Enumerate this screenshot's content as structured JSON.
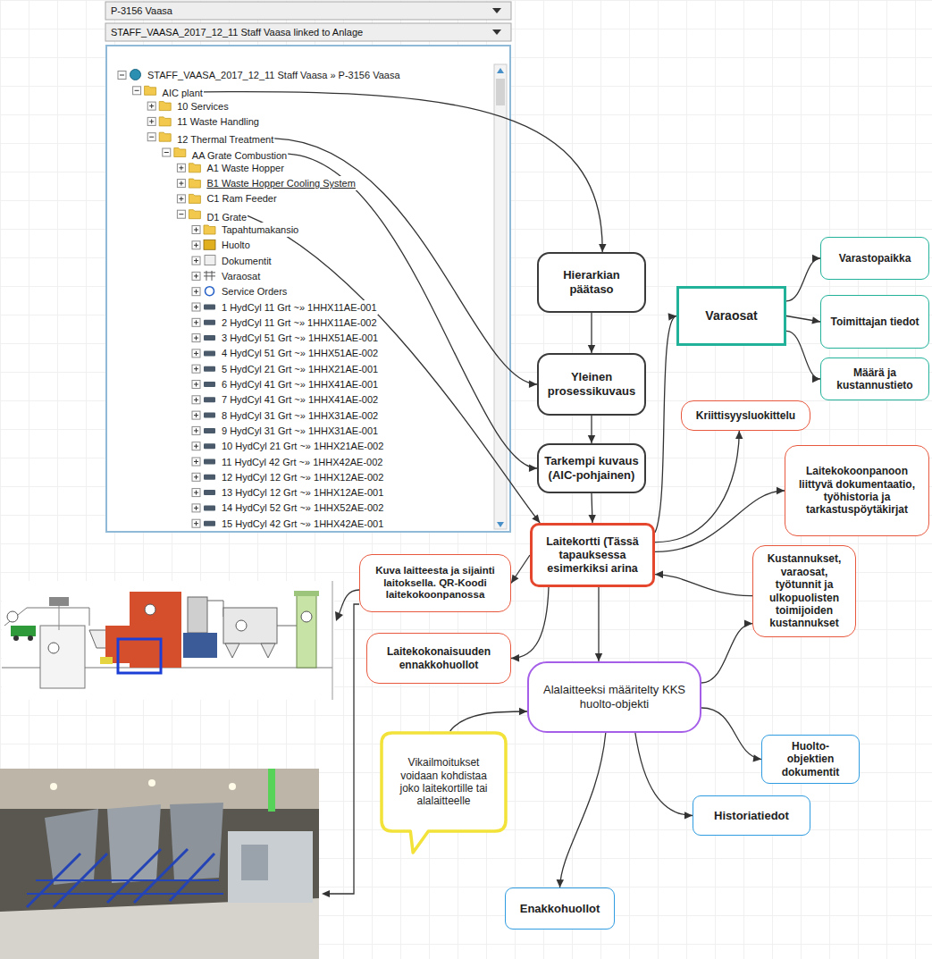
{
  "diagram": {
    "nodes": [
      {
        "text": [
          "P-3156 Vaasa",
          "STAFF_VAASA_2017_12_11 Staff Vaasa linked to Anlage"
        ]
      },
      {
        "text": [
          "AIC plant"
        ],
        "in": 0
      },
      {
        "text": [
          "12 Thermal Treatment"
        ],
        "in": 0
      },
      {
        "text": [
          "AA Grate Combustion"
        ],
        "in": 0
      },
      {
        "text": [
          "D1 Grate"
        ],
        "in": 0
      },
      {
        "text": [
          "Hierarkian päätaso"
        ]
      },
      {
        "text": [
          "Yleinen prosessikuvaus"
        ]
      },
      {
        "text": [
          "Tarkempi kuvaus (AIC-pohjainen)"
        ]
      },
      {
        "text": [
          "Laitekortti (Tässä tapauksessa esimerkiksi arina"
        ]
      },
      {
        "text": [
          "Varaosat"
        ]
      },
      {
        "text": [
          "Varastopaikka"
        ]
      },
      {
        "text": [
          "Toimittajan tiedot"
        ]
      },
      {
        "text": [
          "Määrä ja kustannustieto"
        ]
      },
      {
        "text": [
          "Kriittisyysluokittelu"
        ]
      },
      {
        "text": [
          "Laitekokoonpanoon liittyvä dokumentaatio, työhistoria ja tarkastuspöytäkirjat"
        ]
      },
      {
        "text": [
          "Kuva laitteesta ja sijainti laitoksella. QR-Koodi laitekokoonpanossa"
        ]
      },
      {
        "text": [
          "Laitekokonaisuuden ennakkohuollot"
        ]
      },
      {
        "text": [
          "Kustannukset, varaosat, työtunnit ja ulkopuolisten toimijoiden kustannukset"
        ]
      },
      {
        "text": [
          "Alalaitteeksi määritelty KKS huolto-objekti"
        ]
      },
      {
        "text": [
          "Vikailmoitukset voidaan kohdistaa joko laitekortille tai alalaitteelle"
        ]
      },
      {
        "text": [
          "Huolto-objektien dokumentit"
        ]
      },
      {
        "text": [
          "Historiatiedot"
        ]
      },
      {
        "text": [
          "Enakkohuollot"
        ]
      }
    ],
    "edges": [
      {
        "from": 1,
        "to": 5,
        "arrow": "to"
      },
      {
        "from": 2,
        "to": 6,
        "arrow": "to"
      },
      {
        "from": 3,
        "to": 7,
        "arrow": "to"
      },
      {
        "from": 4,
        "to": 8,
        "arrow": "to"
      },
      {
        "from": 5,
        "to": 6,
        "arrow": "to"
      },
      {
        "from": 6,
        "to": 7,
        "arrow": "to"
      },
      {
        "from": 7,
        "to": 8,
        "arrow": "to"
      },
      {
        "from": 8,
        "to": 9,
        "arrow": "to"
      },
      {
        "from": 9,
        "to": 10,
        "arrow": "to"
      },
      {
        "from": 9,
        "to": 11,
        "arrow": "to"
      },
      {
        "from": 9,
        "to": 12,
        "arrow": "to"
      },
      {
        "from": 8,
        "to": 13,
        "arrow": "to"
      },
      {
        "from": 8,
        "to": 14,
        "arrow": "to"
      },
      {
        "from": 8,
        "to": 15,
        "arrow": "to"
      },
      {
        "from": 8,
        "to": 16,
        "arrow": "to"
      },
      {
        "from": 8,
        "to": 18,
        "arrow": "to"
      },
      {
        "from": 17,
        "to": 8,
        "arrow": "to"
      },
      {
        "from": 18,
        "to": 17,
        "arrow": "to"
      },
      {
        "from": 18,
        "to": 20,
        "arrow": "to"
      },
      {
        "from": 18,
        "to": 21,
        "arrow": "to"
      },
      {
        "from": 18,
        "to": 22,
        "arrow": "to"
      },
      {
        "from": 19,
        "to": 18,
        "arrow": "to"
      }
    ],
    "labels": [
      "STAFF_VAASA_2017_12_11 Staff Vaasa » P-3156 Vaasa",
      "10 Services",
      "11 Waste Handling",
      "A1 Waste Hopper",
      "B1 Waste Hopper Cooling System",
      "C1 Ram Feeder",
      "Tapahtumakansio",
      "Huolto",
      "Dokumentit",
      "Varaosat",
      "Service Orders",
      "1 HydCyl 11 Grt ~» 1HHX11AE-001",
      "2 HydCyl 11 Grt ~» 1HHX11AE-002",
      "3 HydCyl 51 Grt ~» 1HHX51AE-001",
      "4 HydCyl 51 Grt ~» 1HHX51AE-002",
      "5 HydCyl 21 Grt ~» 1HHX21AE-001",
      "6 HydCyl 41 Grt ~» 1HHX41AE-001",
      "7 HydCyl 41 Grt ~» 1HHX41AE-002",
      "8 HydCyl 31 Grt ~» 1HHX31AE-002",
      "9 HydCyl 31 Grt ~» 1HHX31AE-001",
      "10 HydCyl 21 Grt ~» 1HHX21AE-002",
      "11 HydCyl 42 Grt ~» 1HHX42AE-002",
      "12 HydCyl 12 Grt ~» 1HHX12AE-002",
      "13 HydCyl 12 Grt ~» 1HHX12AE-001",
      "14 HydCyl 52 Grt ~» 1HHX52AE-002",
      "15 HydCyl 42 Grt ~» 1HHX42AE-001"
    ]
  }
}
